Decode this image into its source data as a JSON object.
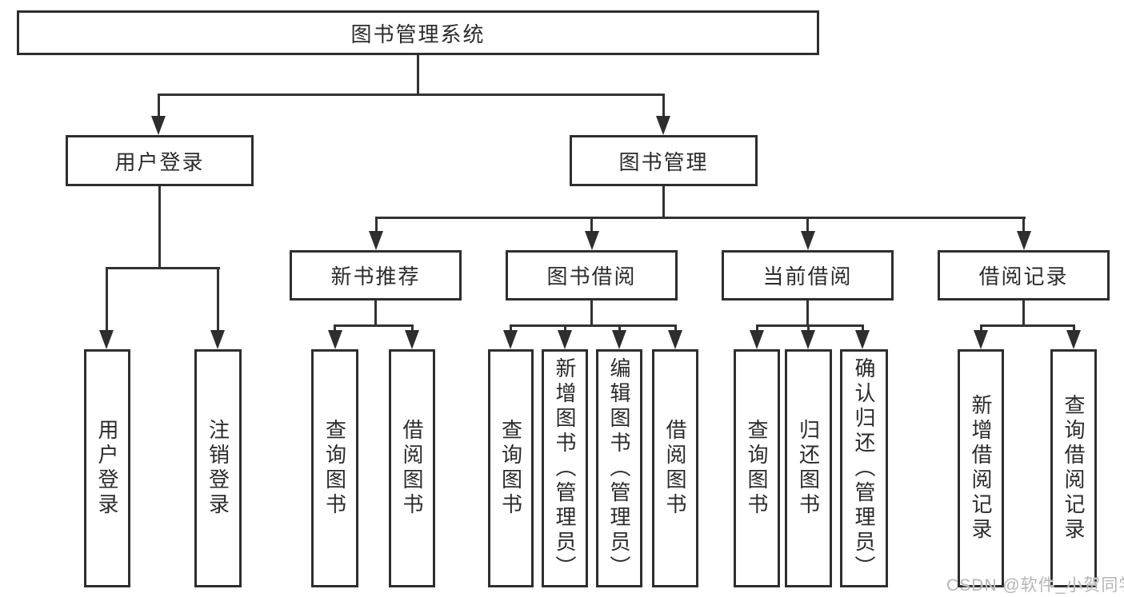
{
  "diagram": {
    "root": {
      "label": "图书管理系统"
    },
    "level2": [
      {
        "label": "用户登录"
      },
      {
        "label": "图书管理"
      }
    ],
    "level3": [
      {
        "label": "新书推荐"
      },
      {
        "label": "图书借阅"
      },
      {
        "label": "当前借阅"
      },
      {
        "label": "借阅记录"
      }
    ],
    "leaves": [
      {
        "label": "用户登录"
      },
      {
        "label": "注销登录"
      },
      {
        "label": "查询图书"
      },
      {
        "label": "借阅图书"
      },
      {
        "label": "查询图书"
      },
      {
        "label": "新增图书（管理员）"
      },
      {
        "label": "编辑图书（管理员）"
      },
      {
        "label": "借阅图书"
      },
      {
        "label": "查询图书"
      },
      {
        "label": "归还图书"
      },
      {
        "label": "确认归还（管理员）"
      },
      {
        "label": "新增借阅记录"
      },
      {
        "label": "查询借阅记录"
      }
    ],
    "colors": {
      "line": "#2e2e2e",
      "text": "#2b2b2b",
      "background": "#ffffff",
      "watermark": "#b5b5b5"
    }
  },
  "watermark": {
    "text": "CSDN @软件_小贺同学"
  }
}
